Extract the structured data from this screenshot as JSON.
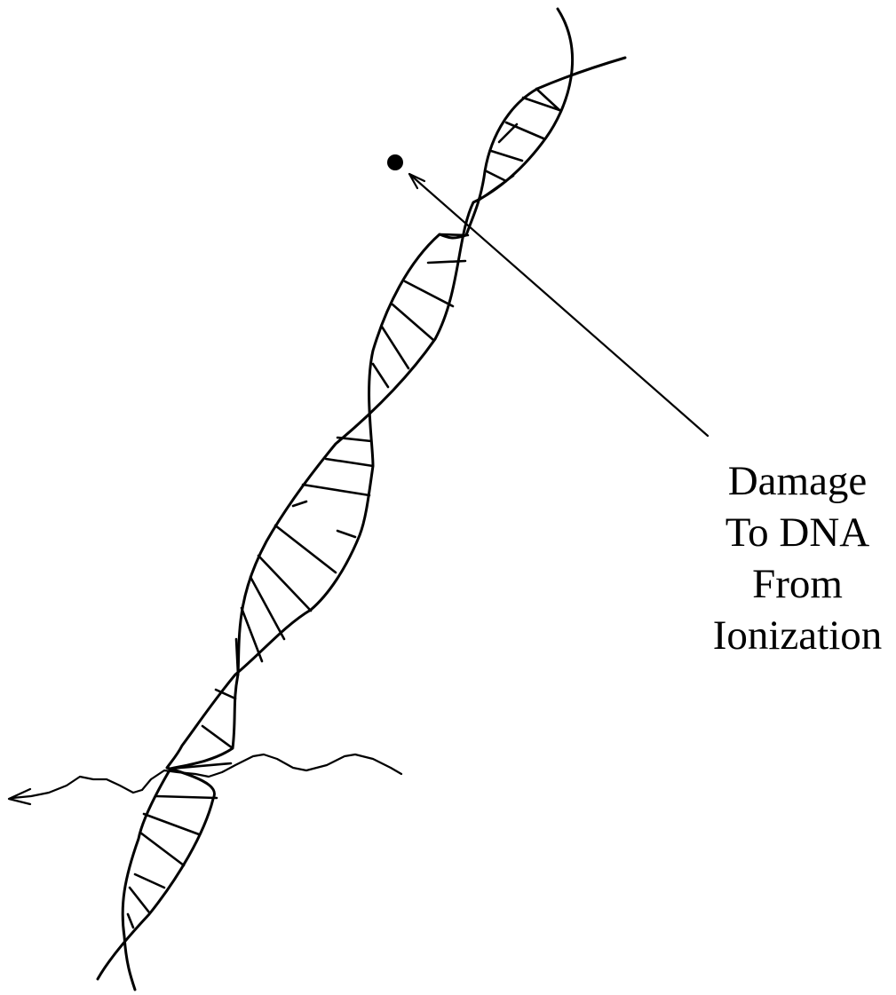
{
  "diagram": {
    "caption_lines": [
      "Damage",
      "To DNA",
      "From",
      "Ionization"
    ],
    "stroke_color": "#000000",
    "background_color": "#ffffff",
    "icons": [
      "dna-helix-icon",
      "ionizing-particle-icon",
      "damage-dot-icon"
    ]
  }
}
